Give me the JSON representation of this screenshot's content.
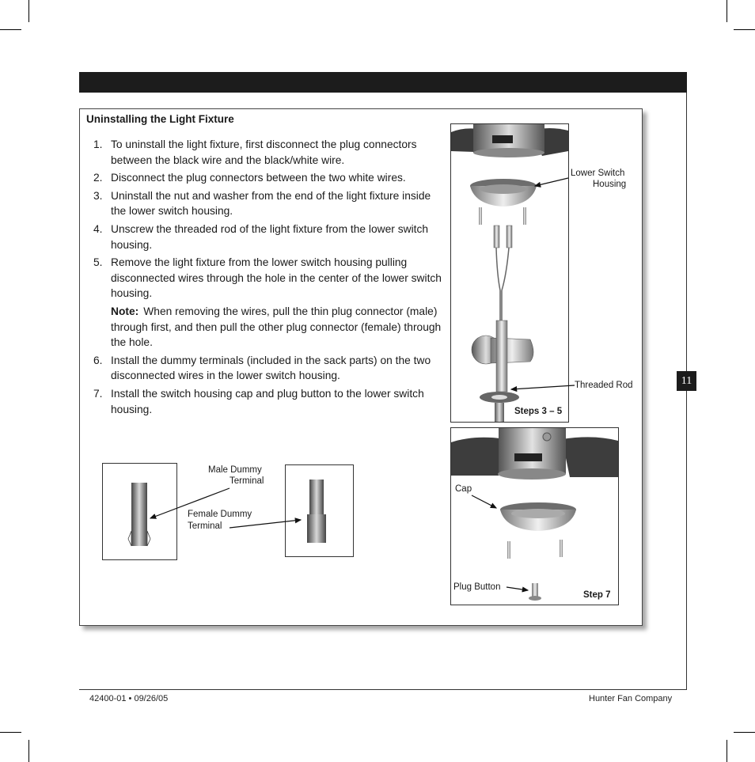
{
  "section": {
    "heading": "Uninstalling the Light Fixture",
    "steps": [
      {
        "num": "1.",
        "text": "To uninstall the light fixture, first disconnect the plug connectors between the black wire and the black/white wire."
      },
      {
        "num": "2.",
        "text": "Disconnect the plug connectors between the two white wires."
      },
      {
        "num": "3.",
        "text": "Uninstall the nut and washer from the end of the light fixture inside the lower switch housing."
      },
      {
        "num": "4.",
        "text": "Unscrew the threaded rod of the light fixture from the lower switch housing."
      },
      {
        "num": "5.",
        "text": "Remove the light fixture from the lower switch housing pulling disconnected wires through the hole in the center of the lower switch housing.",
        "note_label": "Note:",
        "note_text": "When removing the wires, pull the thin plug connector (male) through first, and then pull the other plug connector (female) through the hole."
      },
      {
        "num": "6.",
        "text": "Install the dummy terminals (included in the sack parts) on the two disconnected wires in the lower switch housing."
      },
      {
        "num": "7.",
        "text": "Install the switch housing cap and plug button to the lower switch housing."
      }
    ]
  },
  "figures": {
    "steps_3_5": {
      "caption": "Steps 3 – 5",
      "label_lower_switch_1": "Lower Switch",
      "label_lower_switch_2": "Housing",
      "label_threaded_rod": "Threaded Rod"
    },
    "step_7": {
      "caption": "Step 7",
      "label_cap": "Cap",
      "label_plug_button": "Plug Button"
    },
    "terminals": {
      "male_1": "Male Dummy",
      "male_2": "Terminal",
      "female_1": "Female Dummy",
      "female_2": "Terminal"
    }
  },
  "page_number": "11",
  "footer": {
    "left": "42400-01 • 09/26/05",
    "right": "Hunter Fan Company"
  }
}
